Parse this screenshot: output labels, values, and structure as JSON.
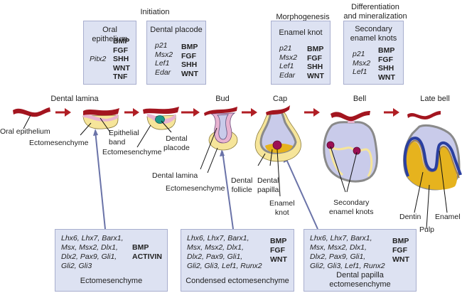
{
  "phases": {
    "initiation": "Initiation",
    "morphogenesis": "Morphogenesis",
    "differentiation": [
      "Differentiation",
      "and mineralization"
    ]
  },
  "top_boxes": [
    {
      "title": [
        "Oral epithelium"
      ],
      "italic_genes": [
        "Pitx2"
      ],
      "bold_genes": [
        "BMP",
        "FGF",
        "SHH",
        "WNT",
        "TNF"
      ]
    },
    {
      "title": [
        "Dental placode"
      ],
      "italic_genes": [
        "p21",
        "Msx2",
        "Lef1",
        "Edar"
      ],
      "bold_genes": [
        "BMP",
        "FGF",
        "SHH",
        "WNT"
      ]
    },
    {
      "title": [
        "Enamel knot"
      ],
      "italic_genes": [
        "p21",
        "Msx2",
        "Lef1",
        "Edar"
      ],
      "bold_genes": [
        "BMP",
        "FGF",
        "SHH",
        "WNT"
      ]
    },
    {
      "title": [
        "Secondary",
        "enamel knots"
      ],
      "italic_genes": [
        "p21",
        "Msx2",
        "Lef1"
      ],
      "bold_genes": [
        "BMP",
        "FGF",
        "SHH",
        "WNT"
      ]
    }
  ],
  "stages": {
    "dental_lamina": "Dental lamina",
    "bud": "Bud",
    "cap": "Cap",
    "bell": "Bell",
    "late_bell": "Late bell"
  },
  "labels": {
    "oral_epithelium": "Oral epithelium",
    "ectomesenchyme_1": "Ectomesenchyme",
    "epithelial_band": [
      "Epithelial",
      "band"
    ],
    "ectomesenchyme_2": "Ectomesenchyme",
    "dental_placode": [
      "Dental",
      "placode"
    ],
    "dental_lamina": "Dental lamina",
    "ectomesenchyme_3": "Ectomesenchyme",
    "dental_follicle": [
      "Dental",
      "follicle"
    ],
    "dental_papilla": [
      "Dental",
      "papilla"
    ],
    "enamel_knot": [
      "Enamel",
      "knot"
    ],
    "secondary_enamel_knots": [
      "Secondary",
      "enamel knots"
    ],
    "dentin": "Dentin",
    "pulp": "Pulp",
    "enamel": "Enamel"
  },
  "bottom_boxes": [
    {
      "italic_lines": [
        "Lhx6, Lhx7, Barx1,",
        "Msx, Msx2, Dlx1,",
        "Dlx2, Pax9, Gli1,",
        "Gli2, Gli3"
      ],
      "bold_genes": [
        "BMP",
        "ACTIVIN"
      ],
      "title": [
        "Ectomesenchyme"
      ]
    },
    {
      "italic_lines": [
        "Lhx6, Lhx7, Barx1,",
        "Msx, Msx2, Dlx1,",
        "Dlx2, Pax9, Gli1,",
        "Gli2, Gli3, Lef1, Runx2"
      ],
      "bold_genes": [
        "BMP",
        "FGF",
        "WNT"
      ],
      "title": [
        "Condensed ectomesenchyme"
      ]
    },
    {
      "italic_lines": [
        "Lhx6, Lhx7, Barx1,",
        "Msx, Msx2, Dlx1,",
        "Dlx2, Pax9, Gli1,",
        "Gli2, Gli3, Lef1, Runx2"
      ],
      "bold_genes": [
        "BMP",
        "FGF",
        "WNT"
      ],
      "title": [
        "Dental papilla",
        "ectomesenchyme"
      ]
    }
  ],
  "colors": {
    "epithelium_red": "#a3151f",
    "arrow_red": "#b01e24",
    "mesenchyme_yellow": "#f6e59a",
    "papilla_gold": "#e6b31e",
    "epithelium_lavender": "#c9cbea",
    "band_pink": "#e8b3d0",
    "placode_teal": "#1c9a8a",
    "knot_magenta": "#9c0f55",
    "outline_grey": "#8a8a8a",
    "enamel_blue": "#2a3f9f",
    "box_fill": "#dde2f2",
    "connector_blue": "#6a73a8"
  }
}
